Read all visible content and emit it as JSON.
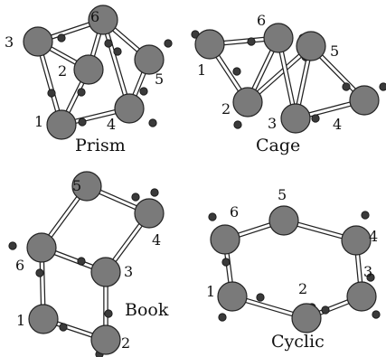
{
  "panels": [
    {
      "id": "prism",
      "title": "Prism",
      "labels": [
        "1",
        "2",
        "3",
        "4",
        "5",
        "6"
      ]
    },
    {
      "id": "cage",
      "title": "Cage",
      "labels": [
        "1",
        "2",
        "3",
        "4",
        "5",
        "6"
      ]
    },
    {
      "id": "book",
      "title": "Book",
      "labels": [
        "1",
        "2",
        "3",
        "4",
        "5",
        "6"
      ]
    },
    {
      "id": "cyclic",
      "title": "Cyclic",
      "labels": [
        "1",
        "2",
        "3",
        "4",
        "5",
        "6"
      ]
    }
  ],
  "colors": {
    "oxygen": "#7a7a7a",
    "hydrogen": "#3a3a3a",
    "outline": "#222222",
    "background": "#ffffff"
  }
}
